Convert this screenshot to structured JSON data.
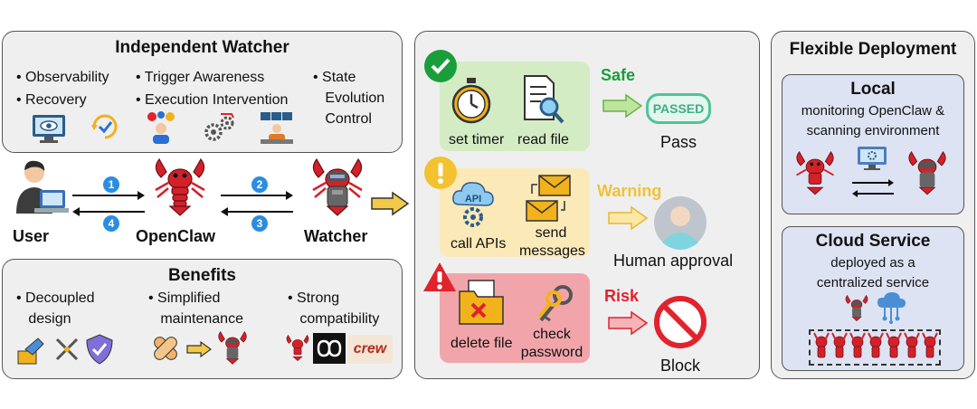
{
  "watcher_panel": {
    "title": "Independent Watcher",
    "observability": "Observability",
    "recovery": "Recovery",
    "trigger": "Trigger Awareness",
    "intervention": "Execution Intervention",
    "state": [
      "State",
      "Evolution",
      "Control"
    ]
  },
  "flow": {
    "user": "User",
    "openclaw": "OpenClaw",
    "watcher": "Watcher",
    "steps": [
      "1",
      "2",
      "3",
      "4"
    ]
  },
  "benefits": {
    "title": "Benefits",
    "items": [
      [
        "Decoupled",
        "design"
      ],
      [
        "Simplified",
        "maintenance"
      ],
      [
        "Strong",
        "compatibility"
      ]
    ],
    "crew_logo": "crew"
  },
  "safe": {
    "label": "Safe",
    "actions": [
      "set timer",
      "read file"
    ],
    "stamp": "PASSED",
    "result": "Pass",
    "color": "#1a9e3c"
  },
  "warning": {
    "label": "Warning",
    "api_text": "API",
    "actions": [
      "call APIs",
      "send",
      "messages"
    ],
    "result": "Human approval",
    "color": "#f2c230"
  },
  "risk": {
    "label": "Risk",
    "actions": [
      "delete file",
      "check",
      "password"
    ],
    "result": "Block",
    "color": "#e0232d"
  },
  "deployment": {
    "title": "Flexible Deployment",
    "local": {
      "title": "Local",
      "desc": [
        "monitoring OpenClaw &",
        "scanning environment"
      ]
    },
    "cloud": {
      "title": "Cloud Service",
      "desc": [
        "deployed as a",
        "centralized service"
      ]
    }
  }
}
